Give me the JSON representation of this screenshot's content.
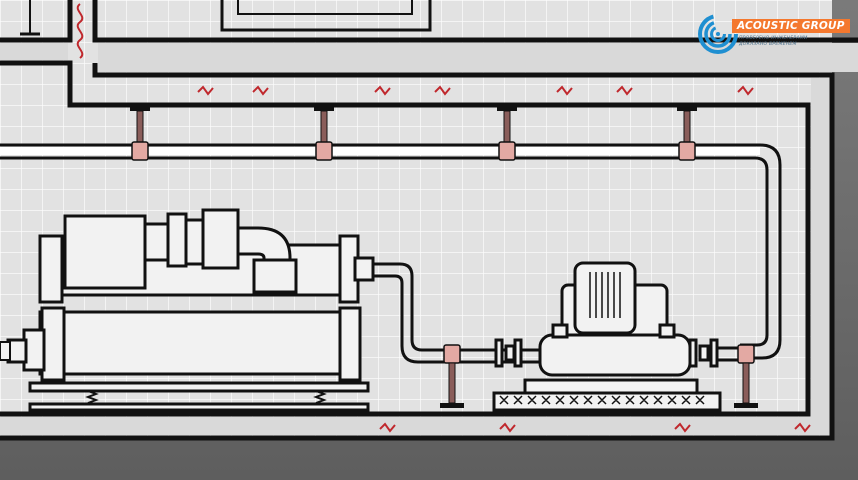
{
  "brand": {
    "name": "ACOUSTIC GROUP",
    "tagline_line1": "ПРОВЕРЕНО ИНЖЕНЕРАМИ",
    "tagline_line2": "ДОКАЗАНО ВРЕМЕНЕМ"
  },
  "colors": {
    "background": "#6f6f6f",
    "room_fill": "#ececec",
    "wall": "#111111",
    "brand_orange": "#f4782e",
    "brand_blue": "#1f8fd1",
    "hanger": "#8a5d5a",
    "clamp": "#e3a9a3",
    "vibration_mark": "#c0282d"
  }
}
